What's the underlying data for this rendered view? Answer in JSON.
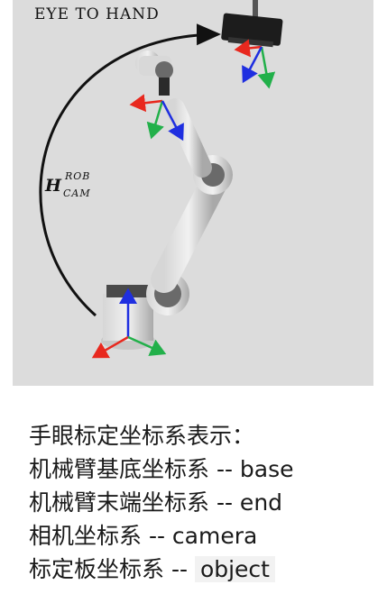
{
  "figure": {
    "title": "EYE TO HAND",
    "transform_label": {
      "symbol": "H",
      "superscript": "ROB",
      "subscript": "CAM"
    }
  },
  "description": {
    "heading": "手眼标定坐标系表示：",
    "lines": [
      "机械臂基底坐标系 -- base",
      "机械臂末端坐标系 --  end",
      "相机坐标系 -- camera",
      "标定板坐标系 -- "
    ],
    "last_value": "object"
  },
  "colors": {
    "axis_x": "#e8281e",
    "axis_y": "#22b04a",
    "axis_z": "#1f2fe0",
    "background": "#dcdcdc",
    "arm": "#bdbdbd",
    "joint": "#6a6a6a"
  }
}
